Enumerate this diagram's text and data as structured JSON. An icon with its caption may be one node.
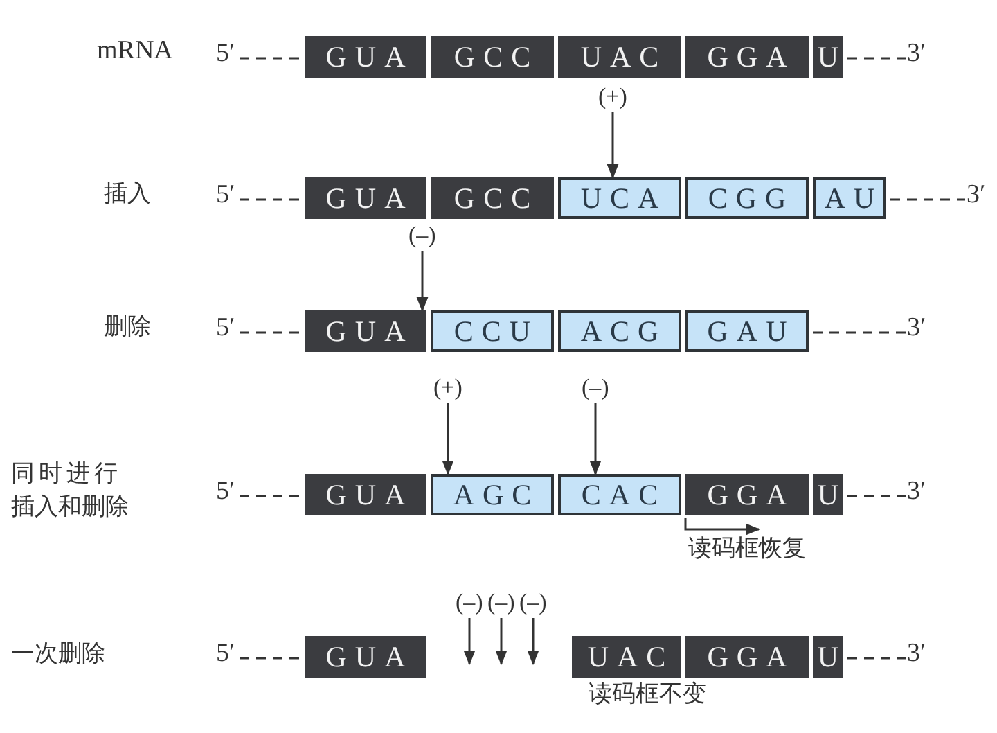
{
  "diagram": {
    "nodes": [
      {
        "text": [
          "5′"
        ]
      },
      {
        "text": [
          "GUA"
        ]
      },
      {
        "text": [
          "GCC"
        ]
      },
      {
        "text": [
          "UAC"
        ]
      },
      {
        "text": [
          "GGA"
        ]
      },
      {
        "text": [
          "U"
        ]
      },
      {
        "text": [
          "3′"
        ]
      },
      {
        "text": [
          "(+)"
        ]
      },
      {
        "text": [
          "5′"
        ]
      },
      {
        "text": [
          "GUA"
        ]
      },
      {
        "text": [
          "GCC"
        ]
      },
      {
        "text": [
          "UCA"
        ]
      },
      {
        "text": [
          "CGG"
        ]
      },
      {
        "text": [
          "AU"
        ]
      },
      {
        "text": [
          "3′"
        ]
      },
      {
        "text": [
          "(–)"
        ]
      },
      {
        "text": [
          "5′"
        ]
      },
      {
        "text": [
          "GUA"
        ]
      },
      {
        "text": [
          "CCU"
        ]
      },
      {
        "text": [
          "ACG"
        ]
      },
      {
        "text": [
          "GAU"
        ]
      },
      {
        "text": [
          "3′"
        ]
      },
      {
        "text": [
          "(+)"
        ]
      },
      {
        "text": [
          "(–)"
        ]
      },
      {
        "text": [
          "5′"
        ]
      },
      {
        "text": [
          "GUA"
        ]
      },
      {
        "text": [
          "AGC"
        ]
      },
      {
        "text": [
          "CAC"
        ]
      },
      {
        "text": [
          "GGA"
        ]
      },
      {
        "text": [
          "U"
        ]
      },
      {
        "text": [
          "3′"
        ]
      },
      {
        "text": [
          "(–)"
        ]
      },
      {
        "text": [
          "(–)"
        ]
      },
      {
        "text": [
          "(–)"
        ]
      },
      {
        "text": [
          "5′"
        ]
      },
      {
        "text": [
          "GUA"
        ]
      },
      {
        "text": [
          "UAC"
        ]
      },
      {
        "text": [
          "GGA"
        ]
      },
      {
        "text": [
          "U"
        ]
      },
      {
        "text": [
          "3′"
        ]
      }
    ],
    "edges": [
      {
        "from": 0,
        "to": 1,
        "arrow": "none",
        "style": "dashed"
      },
      {
        "from": 5,
        "to": 6,
        "arrow": "none",
        "style": "dashed"
      },
      {
        "from": 7,
        "to": 11,
        "arrow": "to"
      },
      {
        "from": 8,
        "to": 9,
        "arrow": "none",
        "style": "dashed"
      },
      {
        "from": 13,
        "to": 14,
        "arrow": "none",
        "style": "dashed"
      },
      {
        "from": 15,
        "to": 18,
        "arrow": "to"
      },
      {
        "from": 16,
        "to": 17,
        "arrow": "none",
        "style": "dashed"
      },
      {
        "from": 20,
        "to": 21,
        "arrow": "none",
        "style": "dashed"
      },
      {
        "from": 22,
        "to": 26,
        "arrow": "to"
      },
      {
        "from": 23,
        "to": 27,
        "arrow": "to"
      },
      {
        "from": 24,
        "to": 25,
        "arrow": "none",
        "style": "dashed"
      },
      {
        "from": 29,
        "to": 30,
        "arrow": "none",
        "style": "dashed"
      },
      {
        "from": 31,
        "to": null,
        "arrow": "to"
      },
      {
        "from": 32,
        "to": null,
        "arrow": "to"
      },
      {
        "from": 33,
        "to": null,
        "arrow": "to"
      },
      {
        "from": 34,
        "to": 35,
        "arrow": "none",
        "style": "dashed"
      },
      {
        "from": 38,
        "to": 39,
        "arrow": "none",
        "style": "dashed"
      }
    ],
    "labels": [
      "mRNA",
      "插入",
      "删除",
      "同时进行插入和删除",
      "读码框恢复",
      "一次删除",
      "读码框不变"
    ]
  }
}
